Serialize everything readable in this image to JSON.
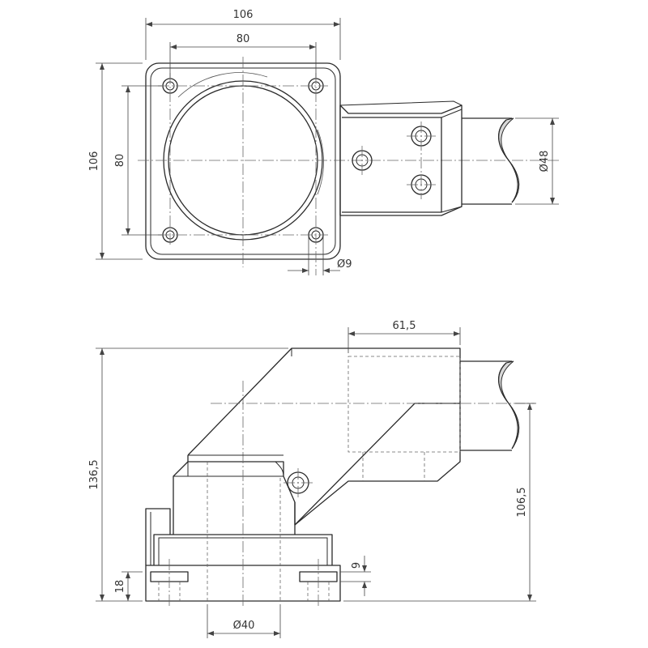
{
  "top_view": {
    "dims": {
      "width_outer": "106",
      "width_bolt": "80",
      "height_outer": "106",
      "height_bolt": "80",
      "hole_dia": "Ø9",
      "pipe_dia": "Ø48"
    }
  },
  "side_view": {
    "dims": {
      "pipe_length": "61,5",
      "total_height": "136,5",
      "axis_height": "106,5",
      "base_height": "18",
      "nut_height": "9",
      "bore_dia": "Ø40"
    }
  }
}
